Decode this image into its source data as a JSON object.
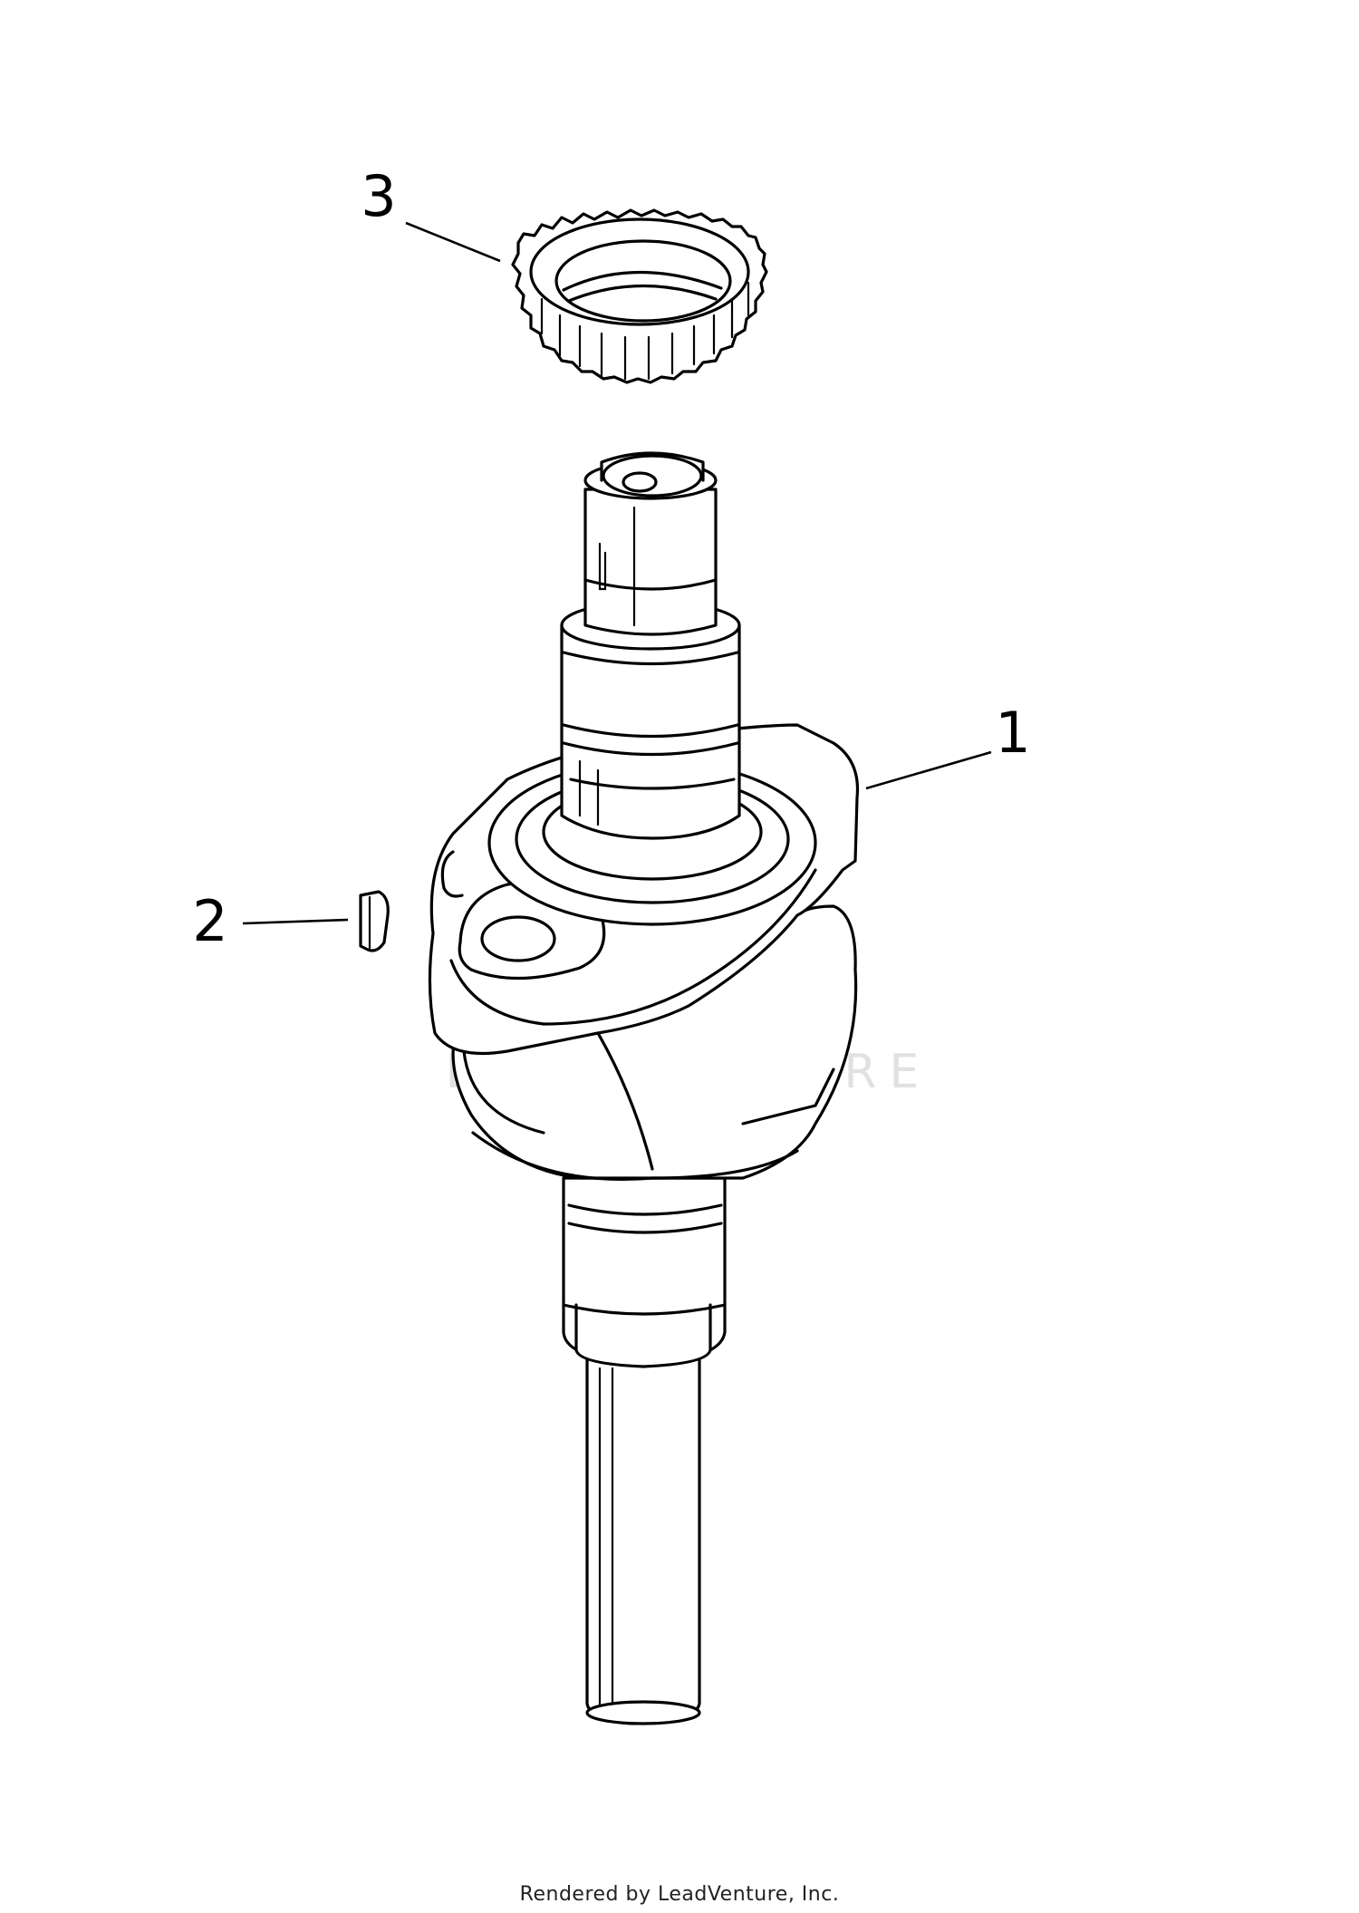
{
  "diagram": {
    "callouts": [
      {
        "id": "part-1",
        "label": "1"
      },
      {
        "id": "part-2",
        "label": "2"
      },
      {
        "id": "part-3",
        "label": "3"
      }
    ],
    "parts": [
      {
        "label": "1",
        "icon": "crankshaft-icon"
      },
      {
        "label": "2",
        "icon": "key-icon"
      },
      {
        "label": "3",
        "icon": "timing-gear-icon"
      }
    ]
  },
  "watermark": "LEADVENTURE",
  "footer": "Rendered by LeadVenture, Inc."
}
